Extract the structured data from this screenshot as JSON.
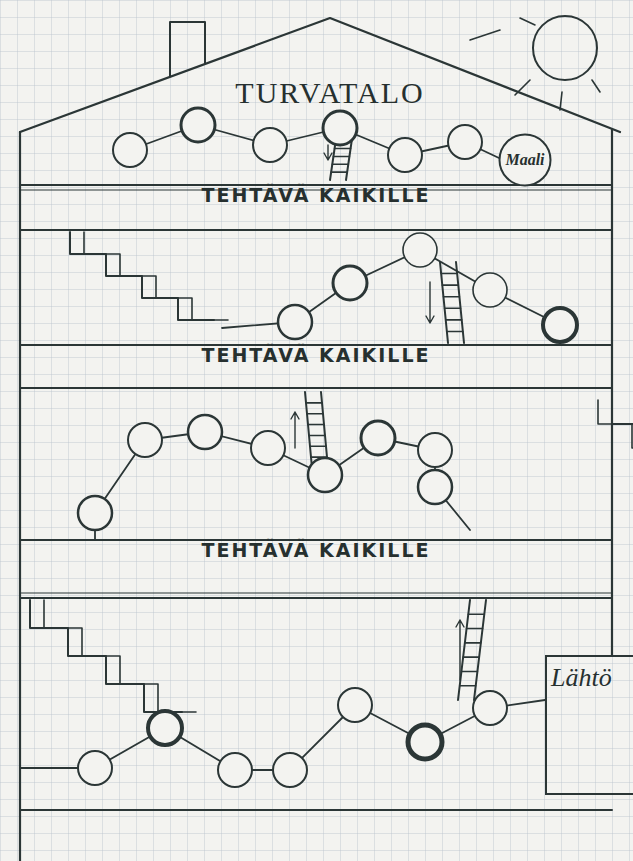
{
  "diagram": {
    "title": "TURVATALO",
    "nodes": [
      {
        "text": [
          "Maali"
        ]
      },
      {
        "text": [
          "Lähtö"
        ]
      }
    ],
    "labels": [
      "TEHTÄVÄ KAIKILLE",
      "TEHTÄVÄ KAIKILLE",
      "TEHTÄVÄ KAIKILLE"
    ]
  }
}
